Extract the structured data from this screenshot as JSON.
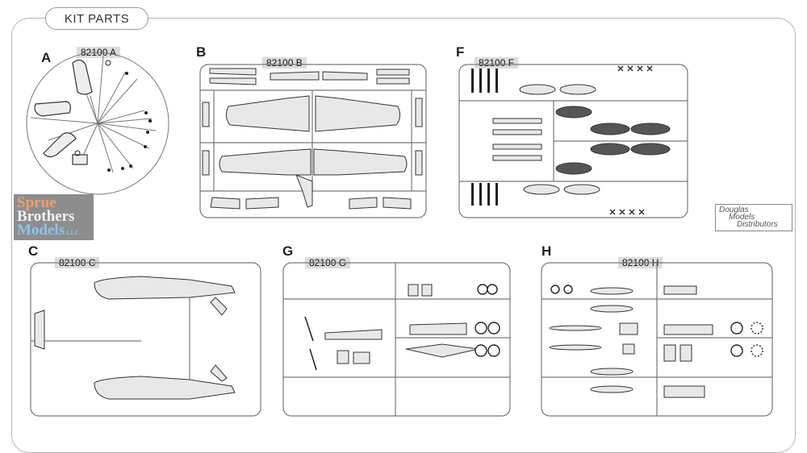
{
  "header": {
    "title": "KIT PARTS"
  },
  "sprues": [
    {
      "letter": "A",
      "code": "82100 A"
    },
    {
      "letter": "B",
      "code": "82100 B"
    },
    {
      "letter": "F",
      "code": "82100 F"
    },
    {
      "letter": "C",
      "code": "82100 C"
    },
    {
      "letter": "G",
      "code": "82100 G"
    },
    {
      "letter": "H",
      "code": "82100 H"
    }
  ],
  "logos": {
    "sprue_brothers": {
      "line1": "Sprue",
      "line2": "Brothers",
      "line3": "Models",
      "suffix": "LLC"
    },
    "douglas": {
      "line1": "Douglas",
      "line2": "Models",
      "line3": "Distributors"
    }
  },
  "colors": {
    "frame": "#b4b4b4",
    "sprue_stroke": "#777777",
    "label_bg": "#dcdcdc",
    "part_fill": "#e8e8e8",
    "dark_part": "#555555"
  }
}
